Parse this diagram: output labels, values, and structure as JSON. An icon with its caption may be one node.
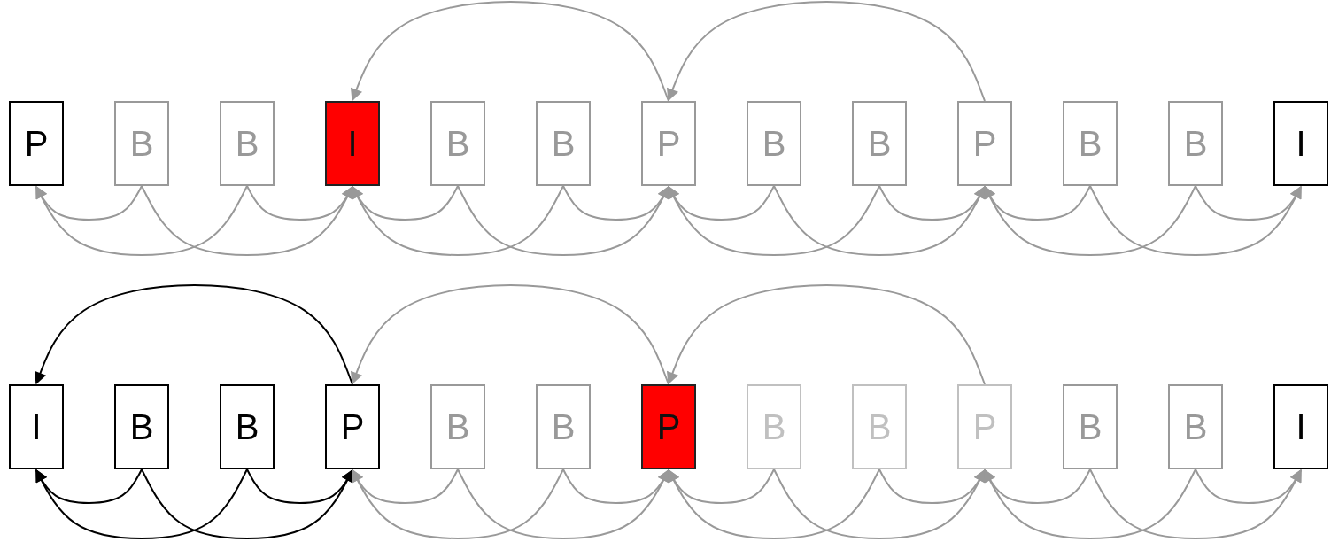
{
  "diagram": {
    "nodes": [
      {
        "text": [
          "P"
        ]
      },
      {
        "text": [
          "B"
        ]
      },
      {
        "text": [
          "B"
        ]
      },
      {
        "text": [
          "I"
        ]
      },
      {
        "text": [
          "B"
        ]
      },
      {
        "text": [
          "B"
        ]
      },
      {
        "text": [
          "P"
        ]
      },
      {
        "text": [
          "B"
        ]
      },
      {
        "text": [
          "B"
        ]
      },
      {
        "text": [
          "P"
        ]
      },
      {
        "text": [
          "B"
        ]
      },
      {
        "text": [
          "B"
        ]
      },
      {
        "text": [
          "I"
        ]
      },
      {
        "text": [
          "I"
        ]
      },
      {
        "text": [
          "B"
        ]
      },
      {
        "text": [
          "B"
        ]
      },
      {
        "text": [
          "P"
        ]
      },
      {
        "text": [
          "B"
        ]
      },
      {
        "text": [
          "B"
        ]
      },
      {
        "text": [
          "P"
        ]
      },
      {
        "text": [
          "B"
        ]
      },
      {
        "text": [
          "B"
        ]
      },
      {
        "text": [
          "P"
        ]
      },
      {
        "text": [
          "B"
        ]
      },
      {
        "text": [
          "B"
        ]
      },
      {
        "text": [
          "I"
        ]
      }
    ],
    "edges": [
      {
        "from": 1,
        "to": 0,
        "arrow": "to"
      },
      {
        "from": 1,
        "to": 3,
        "arrow": "to"
      },
      {
        "from": 2,
        "to": 0,
        "arrow": "to"
      },
      {
        "from": 2,
        "to": 3,
        "arrow": "to"
      },
      {
        "from": 6,
        "to": 3,
        "arrow": "to"
      },
      {
        "from": 4,
        "to": 3,
        "arrow": "to"
      },
      {
        "from": 4,
        "to": 6,
        "arrow": "to"
      },
      {
        "from": 5,
        "to": 3,
        "arrow": "to"
      },
      {
        "from": 5,
        "to": 6,
        "arrow": "to"
      },
      {
        "from": 9,
        "to": 6,
        "arrow": "to"
      },
      {
        "from": 7,
        "to": 6,
        "arrow": "to"
      },
      {
        "from": 7,
        "to": 9,
        "arrow": "to"
      },
      {
        "from": 8,
        "to": 6,
        "arrow": "to"
      },
      {
        "from": 8,
        "to": 9,
        "arrow": "to"
      },
      {
        "from": 10,
        "to": 9,
        "arrow": "to"
      },
      {
        "from": 10,
        "to": 12,
        "arrow": "to"
      },
      {
        "from": 11,
        "to": 9,
        "arrow": "to"
      },
      {
        "from": 11,
        "to": 12,
        "arrow": "to"
      },
      {
        "from": 16,
        "to": 13,
        "arrow": "to",
        "color": "#000000"
      },
      {
        "from": 14,
        "to": 13,
        "arrow": "to",
        "color": "#000000"
      },
      {
        "from": 14,
        "to": 16,
        "arrow": "to",
        "color": "#000000"
      },
      {
        "from": 15,
        "to": 13,
        "arrow": "to",
        "color": "#000000"
      },
      {
        "from": 15,
        "to": 16,
        "arrow": "to",
        "color": "#000000"
      },
      {
        "from": 19,
        "to": 16,
        "arrow": "to"
      },
      {
        "from": 17,
        "to": 16,
        "arrow": "to"
      },
      {
        "from": 17,
        "to": 19,
        "arrow": "to"
      },
      {
        "from": 18,
        "to": 16,
        "arrow": "to"
      },
      {
        "from": 18,
        "to": 19,
        "arrow": "to"
      },
      {
        "from": 22,
        "to": 19,
        "arrow": "to"
      },
      {
        "from": 20,
        "to": 19,
        "arrow": "to"
      },
      {
        "from": 20,
        "to": 22,
        "arrow": "to"
      },
      {
        "from": 21,
        "to": 19,
        "arrow": "to"
      },
      {
        "from": 21,
        "to": 22,
        "arrow": "to"
      },
      {
        "from": 23,
        "to": 22,
        "arrow": "to"
      },
      {
        "from": 23,
        "to": 25,
        "arrow": "to"
      },
      {
        "from": 24,
        "to": 22,
        "arrow": "to"
      },
      {
        "from": 24,
        "to": 25,
        "arrow": "to"
      }
    ]
  }
}
